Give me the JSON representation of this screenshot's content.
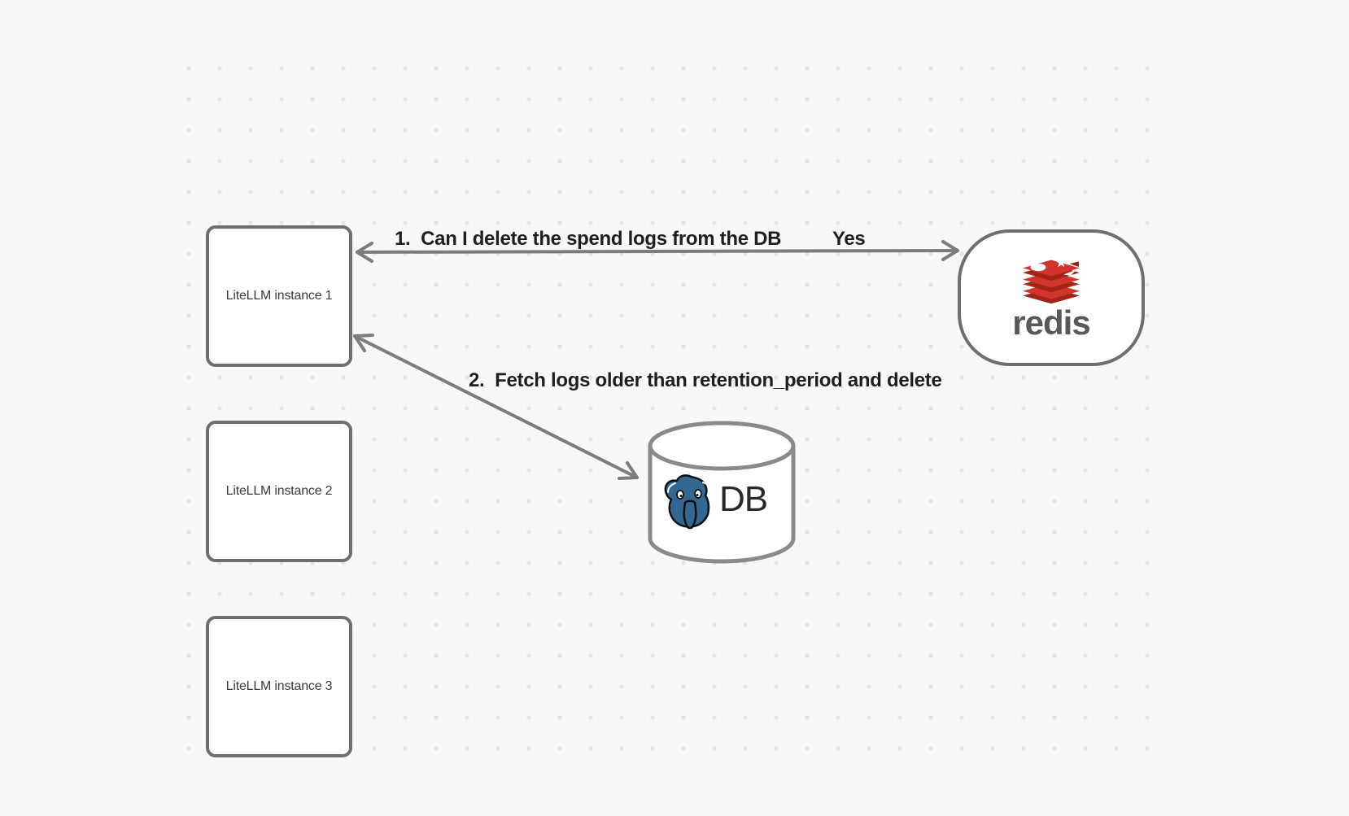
{
  "diagram": {
    "background_color": "#f8f8f6",
    "instances": [
      {
        "label": "LiteLLM instance 1"
      },
      {
        "label": "LiteLLM instance 2"
      },
      {
        "label": "LiteLLM instance 3"
      }
    ],
    "redis": {
      "wordmark": "redis",
      "logo_icon": "redis-logo",
      "logo_red": "#d0342a",
      "logo_red_dark": "#a22317",
      "wordmark_color": "#58595b"
    },
    "database": {
      "label": "DB",
      "logo_icon": "postgresql-elephant",
      "postgres_blue": "#336791"
    },
    "flows": [
      {
        "label": "1.  Can I delete the spend logs from the DB",
        "reply": "Yes",
        "from": "Redis",
        "to": "LiteLLM instance 1",
        "direction": "both"
      },
      {
        "label": "2.  Fetch logs older than retention_period and delete",
        "from": "LiteLLM instance 1",
        "to": "DB",
        "direction": "both"
      }
    ],
    "node_stroke_color": "#6f6f6f",
    "arrow_color": "#7d7d7d"
  }
}
